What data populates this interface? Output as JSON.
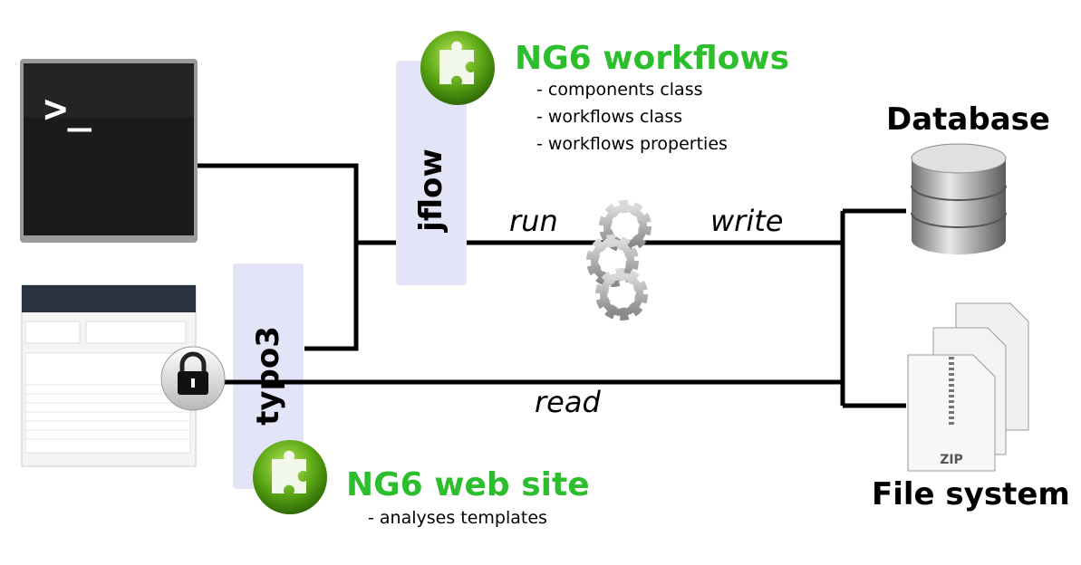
{
  "components": {
    "jflow_label": "jflow",
    "typo3_label": "typo3"
  },
  "workflows": {
    "title": "NG6 workflows",
    "items": [
      "- components class",
      "- workflows class",
      "- workflows properties"
    ]
  },
  "website": {
    "title": "NG6 web site",
    "items": [
      "- analyses templates"
    ]
  },
  "edges": {
    "run": "run",
    "write": "write",
    "read": "read"
  },
  "storage": {
    "database": "Database",
    "filesystem": "File system",
    "zip_label": "ZIP"
  },
  "terminal": {
    "prompt": ">_"
  },
  "colors": {
    "accent_green": "#2dbe2d",
    "box_fill": "#e4e4f8"
  }
}
